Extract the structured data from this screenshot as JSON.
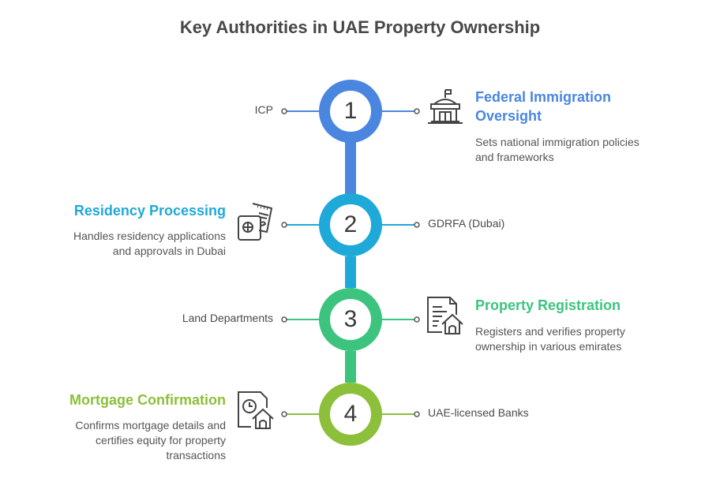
{
  "title": "Key Authorities in UAE Property Ownership",
  "colors": {
    "step1": "#4A86E0",
    "step2": "#1FA9D8",
    "step3": "#3CC47F",
    "step4": "#8CBF3A",
    "text": "#4a4a4a",
    "icon": "#444444"
  },
  "steps": [
    {
      "number": "1",
      "authority": "ICP",
      "heading": "Federal Immigration Oversight",
      "heading_line1": "Federal Immigration",
      "heading_line2": "Oversight",
      "description_line1": "Sets national immigration policies",
      "description_line2": "and frameworks",
      "icon": "government-building-icon"
    },
    {
      "number": "2",
      "authority": "GDRFA (Dubai)",
      "heading": "Residency Processing",
      "description_line1": "Handles residency applications",
      "description_line2": "and approvals in Dubai",
      "icon": "passport-ticket-icon"
    },
    {
      "number": "3",
      "authority": "Land Departments",
      "heading": "Property Registration",
      "description_line1": "Registers and verifies property",
      "description_line2": "ownership in various emirates",
      "icon": "property-document-icon"
    },
    {
      "number": "4",
      "authority": "UAE-licensed Banks",
      "heading": "Mortgage Confirmation",
      "description_line1": "Confirms mortgage details and",
      "description_line2": "certifies equity for property",
      "description_line3": "transactions",
      "icon": "mortgage-clock-house-icon"
    }
  ]
}
